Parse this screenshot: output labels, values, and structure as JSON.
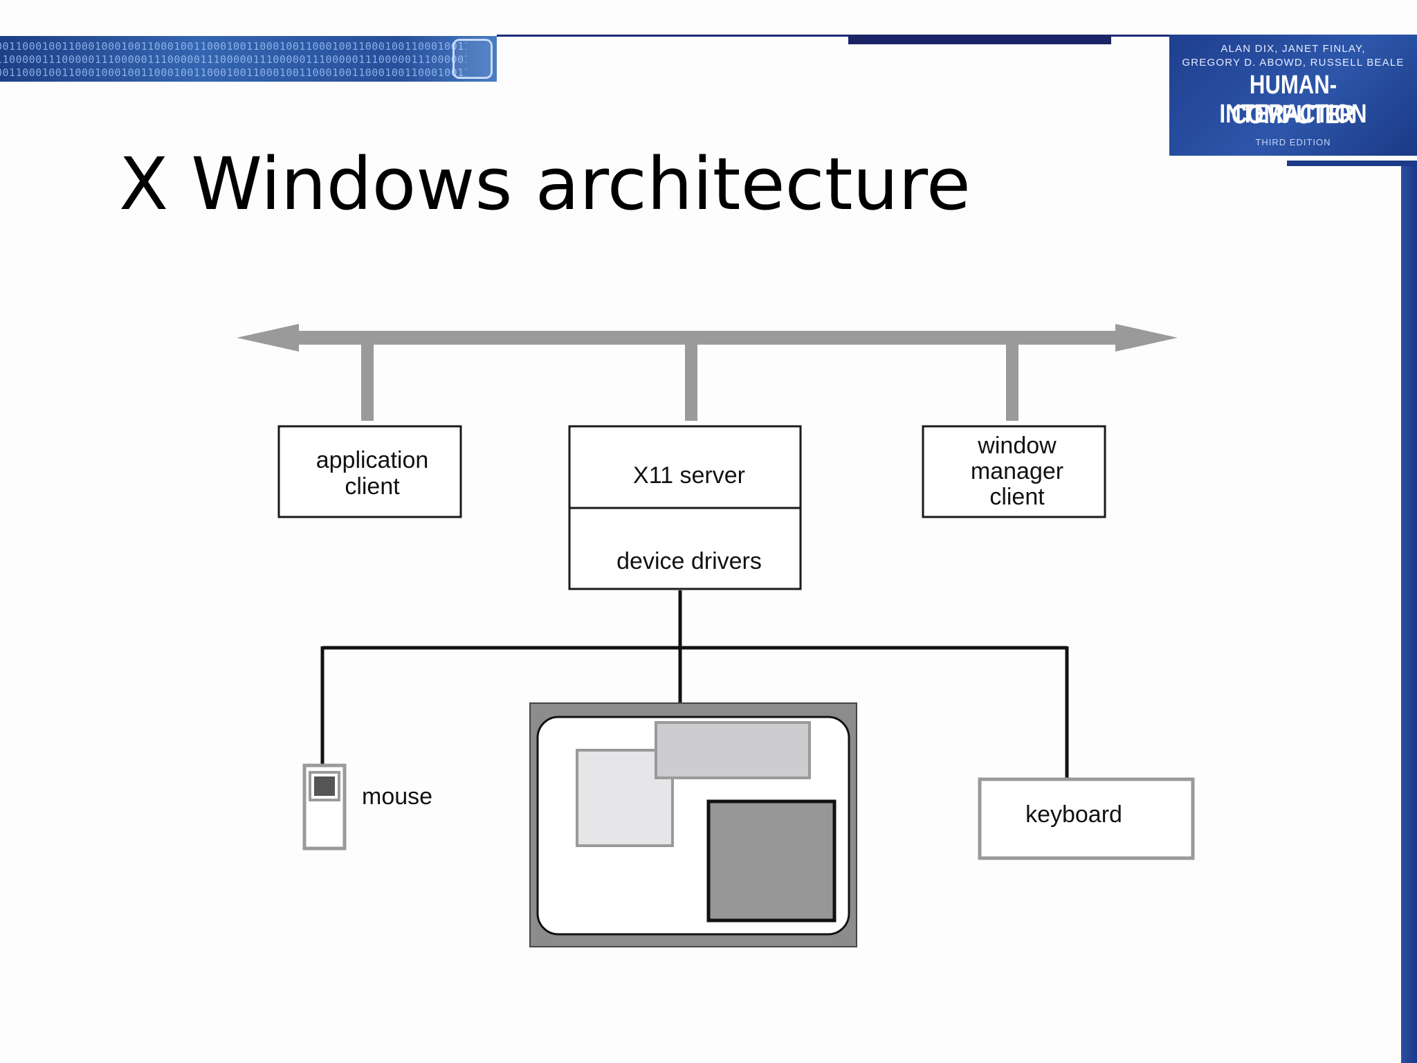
{
  "banner": {
    "binary_line_1": "0011000100110001000100110001001100010011000100110001001100010011000100110001001100010011000",
    "binary_line_2": "1100000111000001110000011100000111000001110000011100000111000001110000011100000111000001110",
    "binary_line_3": "0011000100110001000100110001001100010011000100110001001100010011000100110001001100010011000"
  },
  "book": {
    "authors_line_1": "ALAN DIX, JANET FINLAY,",
    "authors_line_2": "GREGORY D. ABOWD, RUSSELL BEALE",
    "title_line_1": "HUMAN-COMPUTER",
    "title_line_2": "INTERACTION",
    "edition": "THIRD EDITION"
  },
  "slide": {
    "title": "X Windows architecture"
  },
  "diagram": {
    "application_client": [
      "application",
      "client"
    ],
    "x11_server": "X11 server",
    "device_drivers": "device drivers",
    "window_manager_client": [
      "window",
      "manager",
      "client"
    ],
    "mouse": "mouse",
    "keyboard": "keyboard"
  },
  "colors": {
    "network_bus": "#9a9a9a",
    "box_stroke": "#1a1a1a",
    "device_stroke": "#9a9a9a",
    "screen_frame": "#8c8c8c",
    "window_light": "#e6e6e8",
    "window_mid": "#cdcdcf",
    "window_dark": "#979797",
    "mouse_button": "#555555"
  }
}
